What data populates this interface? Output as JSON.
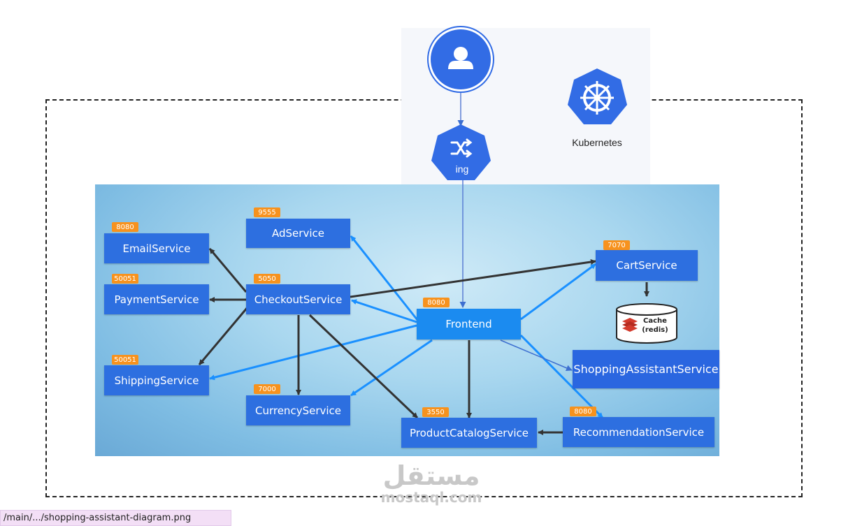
{
  "header": {
    "user_icon": "user-icon",
    "ingress_label": "ing",
    "ingress_icon": "shuffle-icon",
    "kubernetes_label": "Kubernetes",
    "kubernetes_icon": "helm-wheel-icon"
  },
  "services": {
    "email": {
      "label": "EmailService",
      "port": "8080"
    },
    "payment": {
      "label": "PaymentService",
      "port": "50051"
    },
    "shipping": {
      "label": "ShippingService",
      "port": "50051"
    },
    "ad": {
      "label": "AdService",
      "port": "9555"
    },
    "checkout": {
      "label": "CheckoutService",
      "port": "5050"
    },
    "currency": {
      "label": "CurrencyService",
      "port": "7000"
    },
    "frontend": {
      "label": "Frontend",
      "port": "8080"
    },
    "product_catalog": {
      "label": "ProductCatalogService",
      "port": "3550"
    },
    "recommendation": {
      "label": "RecommendationService",
      "port": "8080"
    },
    "cart": {
      "label": "CartService",
      "port": "7070"
    },
    "shopping_assistant": {
      "label": "ShoppingAssistantService"
    }
  },
  "cache": {
    "line1": "Cache",
    "line2": "(redis)"
  },
  "watermark": {
    "arabic": "مستقل",
    "latin": "mostaql.com"
  },
  "status_bar": {
    "text": "/main/.../shopping-assistant-diagram.png"
  },
  "colors": {
    "service": "#2d6fe0",
    "frontend": "#1b8bf0",
    "port_badge": "#f7921e",
    "kubernetes": "#326ce5"
  }
}
